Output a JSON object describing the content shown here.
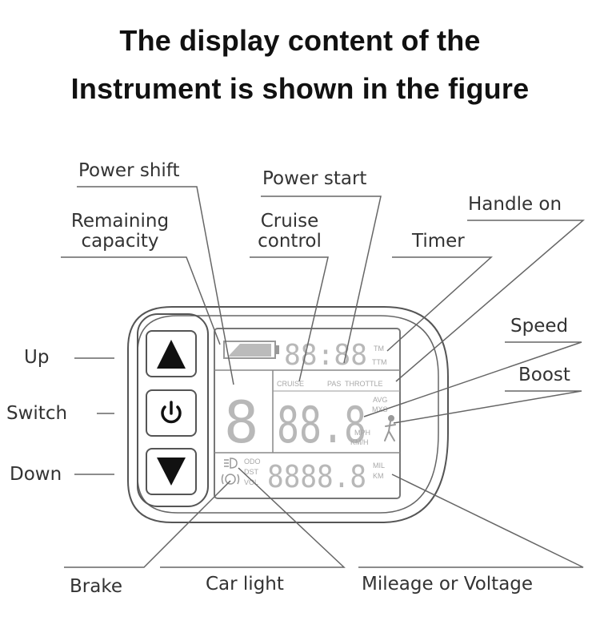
{
  "title": {
    "line1": "The display content of the",
    "line2": "Instrument is shown in the figure"
  },
  "labels": {
    "power_shift": "Power shift",
    "power_start": "Power start",
    "handle_on": "Handle on",
    "remaining_capacity": "Remaining\ncapacity",
    "cruise_control": "Cruise\ncontrol",
    "timer": "Timer",
    "speed": "Speed",
    "boost": "Boost",
    "up": "Up",
    "switch": "Switch",
    "down": "Down",
    "brake": "Brake",
    "car_light": "Car light",
    "mileage_or_voltage": "Mileage or Voltage"
  },
  "lcd": {
    "timer_digits": "88:88",
    "tm": "TM",
    "ttm": "TTM",
    "power_digit": "8",
    "cruise": "CRUISE",
    "pas": "PAS",
    "throttle": "THROTTLE",
    "speed_digits": "88.8",
    "avg": "AVG",
    "mxs": "MXS",
    "mph": "MPH",
    "kmh": "KM/H",
    "odo": "ODO",
    "dst": "DST",
    "vol": "VOL",
    "mileage_digits": "8888.8",
    "mil": "MIL",
    "km": "KM"
  },
  "buttons": {
    "up_icon": "triangle-up-icon",
    "power_icon": "power-icon",
    "down_icon": "triangle-down-icon"
  }
}
